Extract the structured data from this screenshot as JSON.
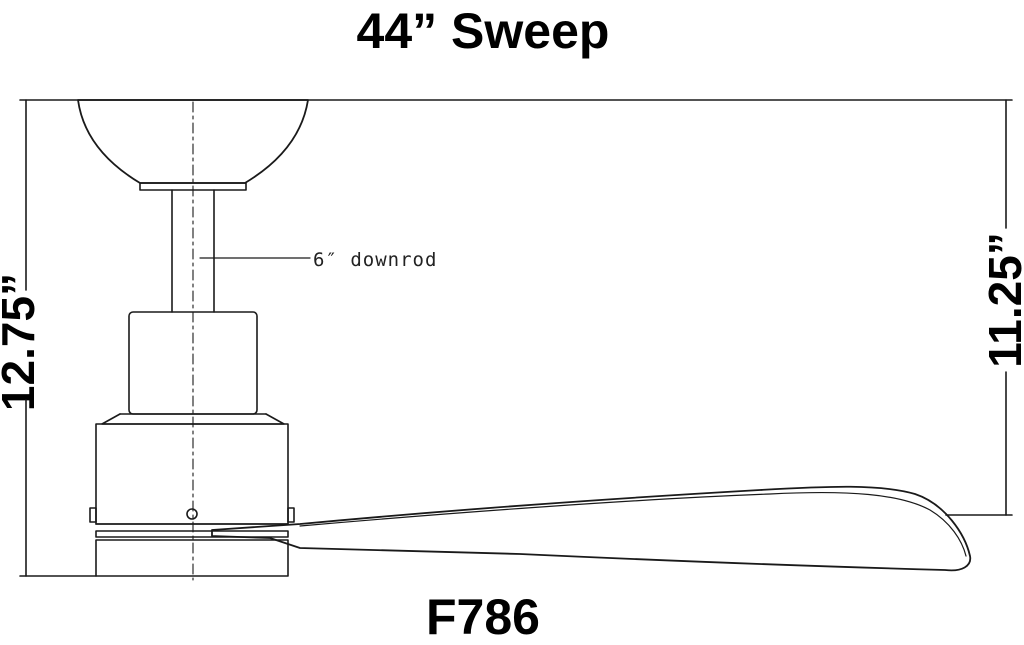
{
  "title": "44” Sweep",
  "model": "F786",
  "dimensions": {
    "overall_height": "12.75”",
    "blade_height": "11.25”"
  },
  "callouts": {
    "downrod": "6″ downrod"
  },
  "colors": {
    "line": "#1a1a1a",
    "background": "#ffffff"
  }
}
